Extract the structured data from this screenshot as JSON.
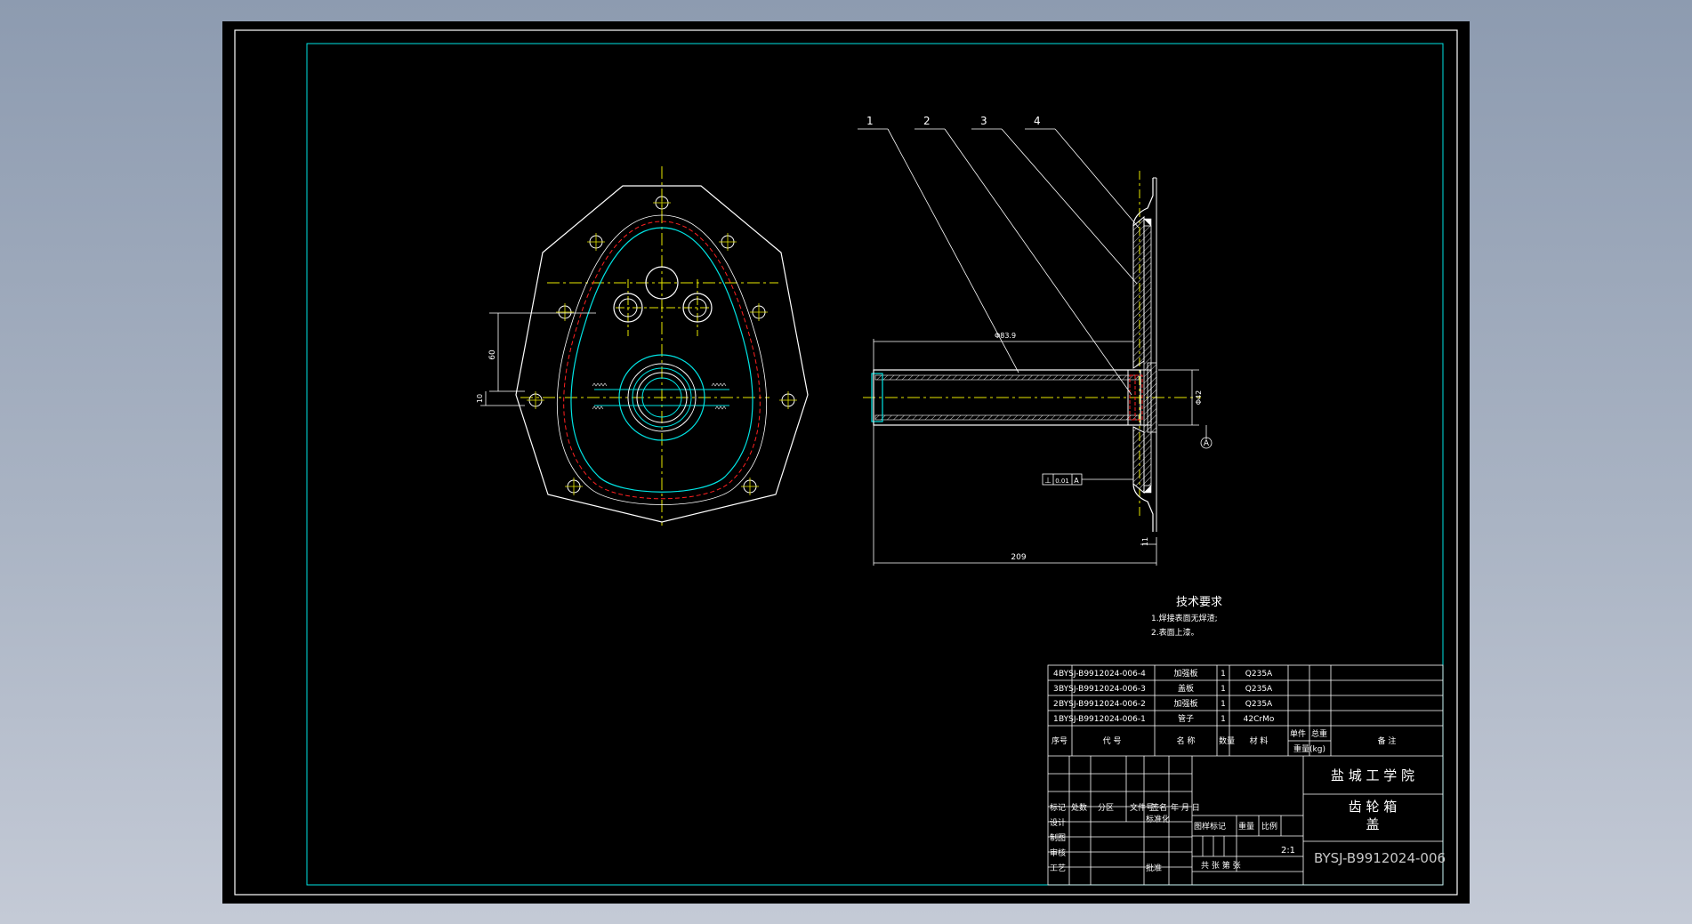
{
  "balloons": [
    "1",
    "2",
    "3",
    "4"
  ],
  "dimensions": {
    "front_vertical": "60",
    "front_small": "10",
    "tube_outer": "Φ83.9",
    "flange_dia": "Φ42",
    "overall_length": "209",
    "flange_thickness": "11",
    "datum": "A",
    "tolerance_symbol": "⊥",
    "tolerance_value": "0.01",
    "tolerance_datum": "A"
  },
  "tech_requirements": {
    "title": "技术要求",
    "items": [
      "1.焊接表面无焊渣;",
      "2.表面上漆。"
    ]
  },
  "parts_list": {
    "rows": [
      {
        "no": "4",
        "code": "BYSJ-B9912024-006-4",
        "name": "加强板",
        "qty": "1",
        "material": "Q235A"
      },
      {
        "no": "3",
        "code": "BYSJ-B9912024-006-3",
        "name": "盖板",
        "qty": "1",
        "material": "Q235A"
      },
      {
        "no": "2",
        "code": "BYSJ-B9912024-006-2",
        "name": "加强板",
        "qty": "1",
        "material": "Q235A"
      },
      {
        "no": "1",
        "code": "BYSJ-B9912024-006-1",
        "name": "管子",
        "qty": "1",
        "material": "42CrMo"
      }
    ],
    "headers": {
      "no": "序号",
      "code": "代 号",
      "name": "名 称",
      "qty": "数量",
      "material": "材 料",
      "unit_weight": "单件",
      "total_weight": "总重",
      "weight_unit": "重量(kg)",
      "remarks": "备 注"
    }
  },
  "title_block": {
    "school": "盐 城 工 学 院",
    "part_name_1": "齿 轮 箱",
    "part_name_2": "盖",
    "drawing_no": "BYSJ-B9912024-006",
    "scale": "2:1",
    "labels": {
      "mark": "标记",
      "count": "处数",
      "zone": "分区",
      "doc_no": "文件号",
      "sign": "签名",
      "date": "年 月 日",
      "design": "设计",
      "standard": "标准化",
      "drafting": "制图",
      "check": "审核",
      "process": "工艺",
      "approve": "批准",
      "stage": "图样标记",
      "weight": "重量",
      "ratio": "比例",
      "sheets": "共   张   第   张"
    }
  },
  "colors": {
    "background": "#000000",
    "frame": "#ffffff",
    "geometry": "#ffffff",
    "cyan": "#00e5e5",
    "centerline": "#e8e800",
    "hidden": "#ff2020"
  }
}
